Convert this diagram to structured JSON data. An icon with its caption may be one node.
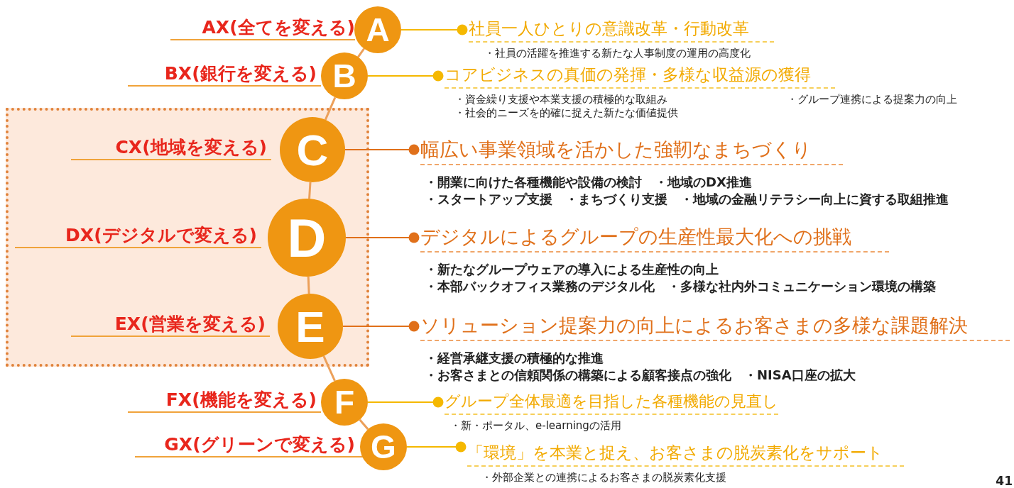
{
  "diagram": {
    "nodes": [
      {
        "text": [],
        "shape": "box"
      },
      {
        "text": [
          "A"
        ],
        "beside": [
          "AX(全てを変える)"
        ]
      },
      {
        "text": [
          "B"
        ],
        "beside": [
          "BX(銀行を変える)"
        ]
      },
      {
        "text": [
          "C"
        ],
        "beside": [
          "CX(地域を変える)"
        ],
        "in": 0
      },
      {
        "text": [
          "D"
        ],
        "beside": [
          "DX(デジタルで変える)"
        ],
        "in": 0
      },
      {
        "text": [
          "E"
        ],
        "beside": [
          "EX(営業を変える)"
        ],
        "in": 0
      },
      {
        "text": [
          "F"
        ],
        "beside": [
          "FX(機能を変える)"
        ]
      },
      {
        "text": [
          "G"
        ],
        "beside": [
          "GX(グリーンで変える)"
        ]
      },
      {
        "text": [
          "社員一人ひとりの意識改革・行動改革",
          "・社員の活躍を推進する新たな人事制度の運用の高度化"
        ]
      },
      {
        "text": [
          "コアビジネスの真価の発揮・多様な収益源の獲得",
          "・資金繰り支援や本業支援の積極的な取組み",
          "・グループ連携による提案力の向上",
          "・社会的ニーズを的確に捉えた新たな価値提供"
        ]
      },
      {
        "text": [
          "幅広い事業領域を活かした強靭なまちづくり",
          "・開業に向けた各種機能や設備の検討",
          "・地域のDX推進",
          "・スタートアップ支援",
          "・まちづくり支援",
          "・地域の金融リテラシー向上に資する取組推進"
        ]
      },
      {
        "text": [
          "デジタルによるグループの生産性最大化への挑戦",
          "・新たなグループウェアの導入による生産性の向上",
          "・本部バックオフィス業務のデジタル化",
          "・多様な社内外コミュニケーション環境の構築"
        ]
      },
      {
        "text": [
          "ソリューション提案力の向上によるお客さまの多様な課題解決",
          "・経営承継支援の積極的な推進",
          "・お客さまとの信頼関係の構築による顧客接点の強化",
          "・NISA口座の拡大"
        ]
      },
      {
        "text": [
          "グループ全体最適を目指した各種機能の見直し",
          "・新・ポータル、e-learningの活用"
        ]
      },
      {
        "text": [
          "「環境」を本業と捉え、お客さまの脱炭素化をサポート",
          "・外部企業との連携によるお客さまの脱炭素化支援"
        ]
      }
    ],
    "edges": [
      {
        "from": 1,
        "to": 2,
        "arrow": "none"
      },
      {
        "from": 2,
        "to": 3,
        "arrow": "none"
      },
      {
        "from": 3,
        "to": 4,
        "arrow": "none"
      },
      {
        "from": 4,
        "to": 5,
        "arrow": "none"
      },
      {
        "from": 5,
        "to": 6,
        "arrow": "none"
      },
      {
        "from": 6,
        "to": 7,
        "arrow": "none"
      },
      {
        "from": 1,
        "to": 8,
        "arrow": "other"
      },
      {
        "from": 2,
        "to": 9,
        "arrow": "other"
      },
      {
        "from": 3,
        "to": 10,
        "arrow": "other",
        "color": "#e0701a"
      },
      {
        "from": 4,
        "to": 11,
        "arrow": "other",
        "color": "#e0701a"
      },
      {
        "from": 5,
        "to": 12,
        "arrow": "other",
        "color": "#e0701a"
      },
      {
        "from": 6,
        "to": 13,
        "arrow": "other"
      },
      {
        "from": 7,
        "to": 14,
        "arrow": "other"
      }
    ],
    "labels": [
      "41"
    ]
  }
}
